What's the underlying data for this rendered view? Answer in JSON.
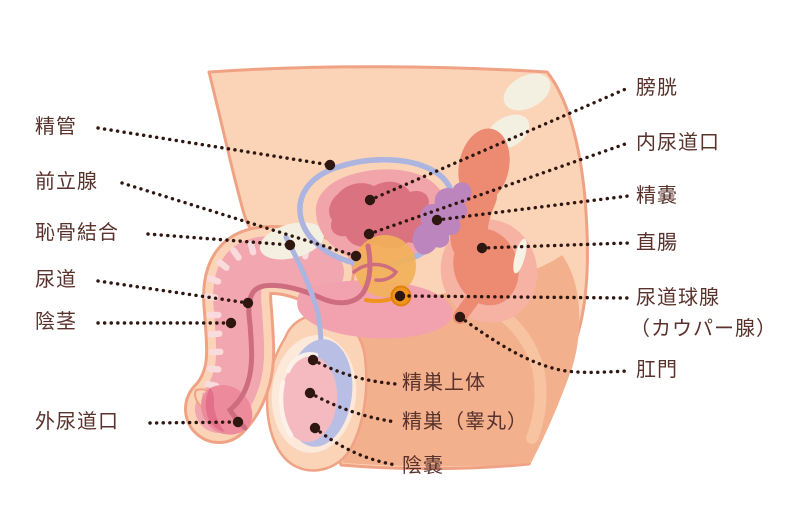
{
  "diagram": {
    "type": "anatomy-cross-section",
    "subject": "male-pelvis-sagittal-section",
    "labels_left": [
      {
        "text": "精管"
      },
      {
        "text": "前立腺"
      },
      {
        "text": "恥骨結合"
      },
      {
        "text": "尿道"
      },
      {
        "text": "陰茎"
      },
      {
        "text": "外尿道口"
      }
    ],
    "labels_right": [
      {
        "text": "膀胱"
      },
      {
        "text": "内尿道口"
      },
      {
        "text": "精嚢"
      },
      {
        "text": "直腸"
      },
      {
        "text": "尿道球腺",
        "text2": "（カウパー腺）"
      },
      {
        "text": "肛門"
      }
    ],
    "labels_bottom": [
      {
        "text": "精巣上体"
      },
      {
        "text": "精巣（睾丸）"
      },
      {
        "text": "陰嚢"
      }
    ],
    "colors": {
      "background": "#FFFFFF",
      "skin_light": "#FBD4B8",
      "skin_shade": "#F3B08D",
      "skin_outline": "#F0A285",
      "crease_highlight": "#F9CCA9",
      "bone_cream": "#F4F0E1",
      "bladder_outer": "#F2A4AB",
      "bladder_inner": "#DA7280",
      "rectum": "#EC8B72",
      "rectum_surround": "#F6B2A3",
      "pelvic_muscle": "#F2A2AE",
      "seminal_vesicle": "#BC85BE",
      "vas_deferens": "#ACB4E0",
      "prostate": "#F2B159",
      "cowper_gland": "#EF941F",
      "urethra": "#CE6C80",
      "penis_shaft": "#F2A6B0",
      "penis_rib": "#FADBDD",
      "glans": "#ED8A9C",
      "glans_corona": "#E2708A",
      "testis": "#F5BAC0",
      "epididymis": "#B9BFE4",
      "scrotum_inner": "#FCE9DA",
      "label_text": "#59322C",
      "leader_dots": "#2E1711"
    }
  }
}
